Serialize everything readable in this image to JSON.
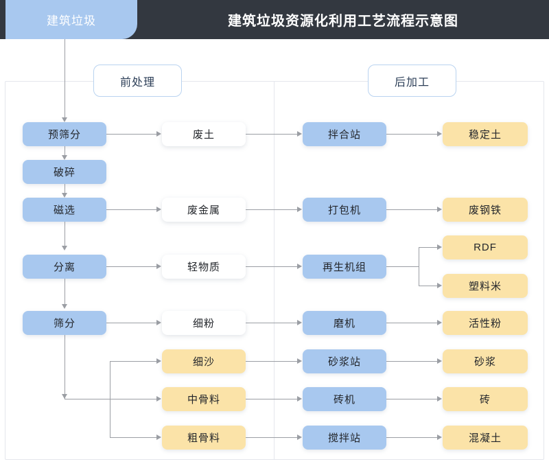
{
  "header": {
    "tab_label": "建筑垃圾",
    "title": "建筑垃圾资源化利用工艺流程示意图",
    "tab_color": "#a8c8ef",
    "bar_color": "#333840"
  },
  "sections": {
    "pre_label": "前处理",
    "post_label": "后加工"
  },
  "palette": {
    "blue": "#a8c8ef",
    "amber": "#fbe3a8",
    "white": "#ffffff",
    "line": "#9b9ea4",
    "panel_border": "#e4e6ec"
  },
  "columns": {
    "process": [
      {
        "label": "预筛分"
      },
      {
        "label": "破碎"
      },
      {
        "label": "磁选"
      },
      {
        "label": "分离"
      },
      {
        "label": "筛分"
      }
    ],
    "intermediate": [
      {
        "label": "废土",
        "style": "white"
      },
      {
        "label": "废金属",
        "style": "white"
      },
      {
        "label": "轻物质",
        "style": "white"
      },
      {
        "label": "细粉",
        "style": "white"
      },
      {
        "label": "细沙",
        "style": "amber"
      },
      {
        "label": "中骨料",
        "style": "amber"
      },
      {
        "label": "粗骨料",
        "style": "amber"
      }
    ],
    "equipment": [
      {
        "label": "拌合站"
      },
      {
        "label": "打包机"
      },
      {
        "label": "再生机组"
      },
      {
        "label": "磨机"
      },
      {
        "label": "砂浆站"
      },
      {
        "label": "砖机"
      },
      {
        "label": "搅拌站"
      }
    ],
    "products": [
      {
        "label": "稳定土"
      },
      {
        "label": "废钢铁"
      },
      {
        "label": "RDF"
      },
      {
        "label": "塑料米"
      },
      {
        "label": "活性粉"
      },
      {
        "label": "砂浆"
      },
      {
        "label": "砖"
      },
      {
        "label": "混凝土"
      }
    ]
  },
  "flows": [
    {
      "from": "建筑垃圾",
      "to": "预筛分"
    },
    {
      "from": "预筛分",
      "to": "破碎"
    },
    {
      "from": "破碎",
      "to": "磁选"
    },
    {
      "from": "磁选",
      "to": "分离"
    },
    {
      "from": "分离",
      "to": "筛分"
    },
    {
      "from": "预筛分",
      "to": "废土"
    },
    {
      "from": "磁选",
      "to": "废金属"
    },
    {
      "from": "分离",
      "to": "轻物质"
    },
    {
      "from": "筛分",
      "to": "细粉"
    },
    {
      "from": "筛分",
      "to": "细沙"
    },
    {
      "from": "筛分",
      "to": "中骨料"
    },
    {
      "from": "筛分",
      "to": "粗骨料"
    },
    {
      "from": "废土",
      "to": "拌合站"
    },
    {
      "from": "废金属",
      "to": "打包机"
    },
    {
      "from": "轻物质",
      "to": "再生机组"
    },
    {
      "from": "细粉",
      "to": "磨机"
    },
    {
      "from": "细沙",
      "to": "砂浆站"
    },
    {
      "from": "中骨料",
      "to": "砖机"
    },
    {
      "from": "粗骨料",
      "to": "搅拌站"
    },
    {
      "from": "拌合站",
      "to": "稳定土"
    },
    {
      "from": "打包机",
      "to": "废钢铁"
    },
    {
      "from": "再生机组",
      "to": "RDF"
    },
    {
      "from": "再生机组",
      "to": "塑料米"
    },
    {
      "from": "磨机",
      "to": "活性粉"
    },
    {
      "from": "砂浆站",
      "to": "砂浆"
    },
    {
      "from": "砖机",
      "to": "砖"
    },
    {
      "from": "搅拌站",
      "to": "混凝土"
    }
  ]
}
